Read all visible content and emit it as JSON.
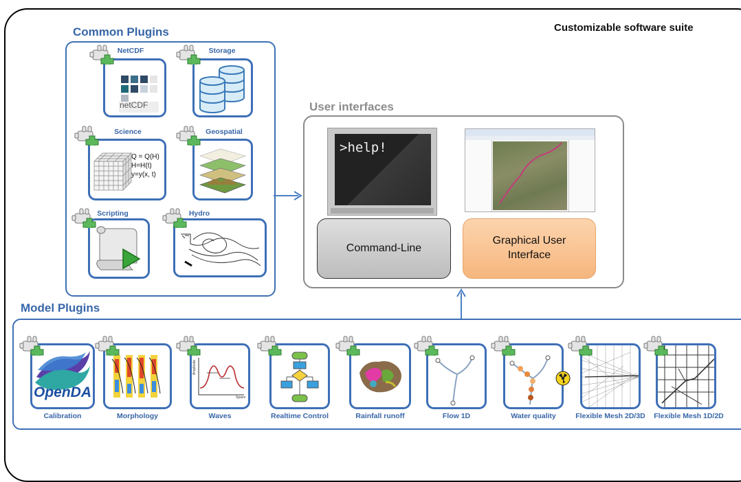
{
  "diagram": {
    "title": "Customizable software suite",
    "common_plugins": {
      "heading": "Common Plugins",
      "items": [
        {
          "label": "NetCDF",
          "content": "netCDF"
        },
        {
          "label": "Storage"
        },
        {
          "label": "Science",
          "equations": [
            "Q = Q(H)",
            "H=H(t)",
            "y=y(x, t)"
          ]
        },
        {
          "label": "Geospatial"
        },
        {
          "label": "Scripting"
        },
        {
          "label": "Hydro"
        }
      ]
    },
    "user_interfaces": {
      "heading": "User interfaces",
      "terminal_text": ">help!",
      "command_line": "Command-Line",
      "gui_line1": "Graphical User",
      "gui_line2": "Interface"
    },
    "model_plugins": {
      "heading": "Model Plugins",
      "items": [
        {
          "label": "Calibration",
          "logo": "OpenDA"
        },
        {
          "label": "Morphology"
        },
        {
          "label": "Waves",
          "axis_y": "Amplitude",
          "axis_x": "Space"
        },
        {
          "label": "Realtime Control"
        },
        {
          "label": "Rainfall runoff"
        },
        {
          "label": "Flow 1D"
        },
        {
          "label": "Water quality"
        },
        {
          "label": "Flexible Mesh 2D/3D"
        },
        {
          "label": "Flexible Mesh 1D/2D"
        }
      ]
    },
    "colors": {
      "accent": "#3866a8",
      "gui_button": "#f9c08e",
      "cli_button": "#c9c9c9",
      "plugin_green": "#5cb85c"
    }
  }
}
